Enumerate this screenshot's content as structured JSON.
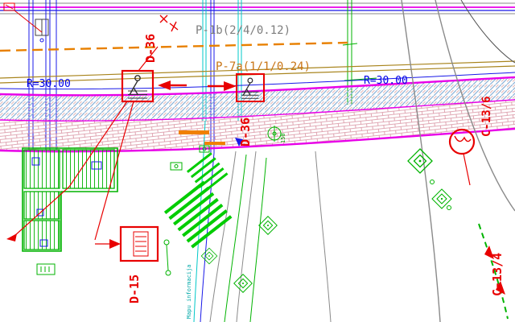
{
  "labels": {
    "p1b": "P-1b(2/4/0.12)",
    "p7a": "P-7a(1/1/0.24)",
    "radius_left": "R=30.00",
    "radius_right": "R=30.00",
    "d36_upper": "D-36",
    "d36_lower": "D-36",
    "d15": "D-15",
    "c13_6": "C-13/6",
    "c13_4": "C-13/4",
    "pipe_150": "150",
    "note_vertical": "Mapu informacija"
  },
  "colors": {
    "magenta": "#e800e8",
    "red": "#e80000",
    "green": "#00b300",
    "blue": "#1818e8",
    "cyan": "#00c8c8",
    "orange_dashed": "#e88000",
    "olive": "#a8841c",
    "gray": "#8a8a8a",
    "hatch_blue": "#8fb4d8",
    "hatch_pink": "#d8909f"
  }
}
